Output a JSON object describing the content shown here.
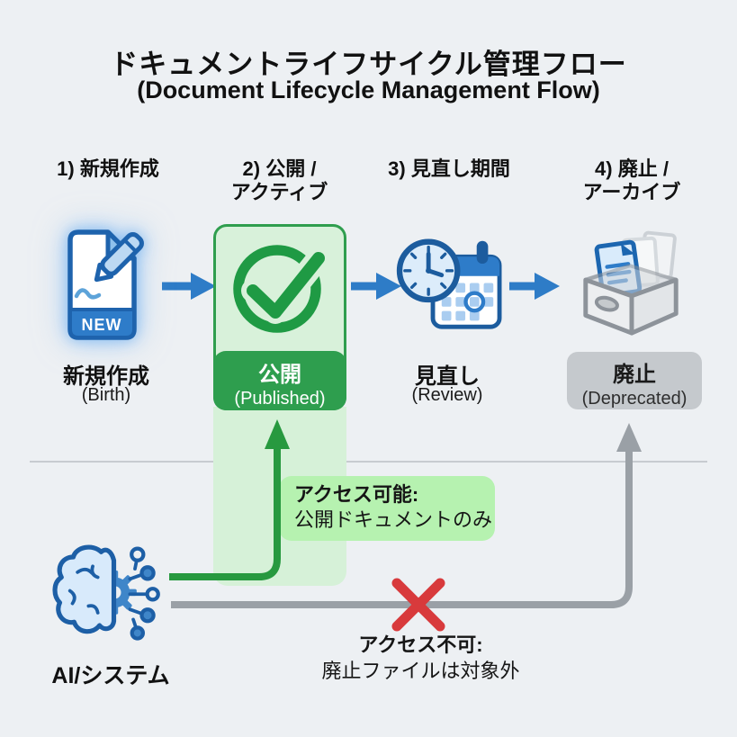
{
  "title": {
    "line1": "ドキュメントライフサイクル管理フロー",
    "line2": "(Document Lifecycle Management Flow)"
  },
  "stages": [
    {
      "header1": "1) 新規作成",
      "header2": "",
      "label_jp": "新規作成",
      "label_en": "(Birth)",
      "badge": "NEW"
    },
    {
      "header1": "2) 公開 /",
      "header2": "アクティブ",
      "label_jp": "公開",
      "label_en": "(Published)"
    },
    {
      "header1": "3) 見直し期間",
      "header2": "",
      "label_jp": "見直し",
      "label_en": "(Review)"
    },
    {
      "header1": "4) 廃止 /",
      "header2": "アーカイブ",
      "label_jp": "廃止",
      "label_en": "(Deprecated)"
    }
  ],
  "annotations": {
    "access_ok_line1": "アクセス可能:",
    "access_ok_line2": "公開ドキュメントのみ",
    "access_ng_line1": "アクセス不可:",
    "access_ng_line2": "廃止ファイルは対象外"
  },
  "actor": {
    "label": "AI/システム"
  },
  "colors": {
    "background": "#edf0f3",
    "arrow_blue": "#2e7cc7",
    "doc_blue_dark": "#1e63ad",
    "green_dark": "#2e9e4e",
    "green_check": "#1f9a44",
    "green_box_fill": "#d8f1da",
    "green_column": "#d6f1d8",
    "green_label_bg": "#b6f2b0",
    "gray_arrow": "#9aa0a6",
    "gray_badge_bg": "#c5c9cd",
    "red_x": "#d83a3c"
  }
}
